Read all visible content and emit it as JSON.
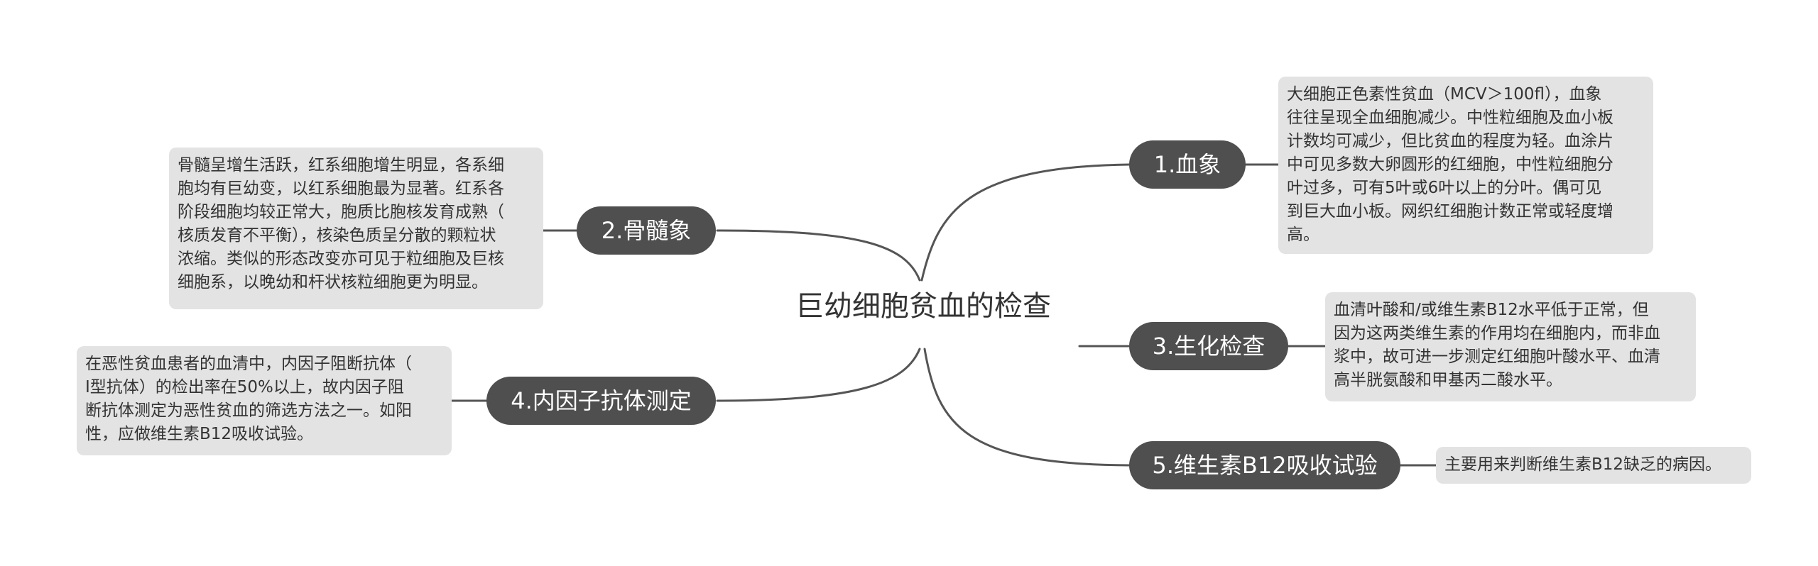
{
  "title": "巨幼细胞贫血的检查",
  "colors": {
    "topic_bg": "#4f4f4f",
    "note_bg": "#e3e3e3",
    "line": "#555555",
    "text": "#333333"
  },
  "branches": [
    {
      "label": "1.血象",
      "note": "大细胞正色素性贫血（MCV＞100fl），血象\n往往呈现全血细胞减少。中性粒细胞及血小板\n计数均可减少，但比贫血的程度为轻。血涂片\n中可见多数大卵圆形的红细胞，中性粒细胞分\n叶过多，可有5叶或6叶以上的分叶。偶可见\n到巨大血小板。网织红细胞计数正常或轻度增\n高。"
    },
    {
      "label": "2.骨髓象",
      "note": "骨髓呈增生活跃，红系细胞增生明显，各系细\n胞均有巨幼变，以红系细胞最为显著。红系各\n阶段细胞均较正常大，胞质比胞核发育成熟（\n核质发育不平衡），核染色质呈分散的颗粒状\n浓缩。类似的形态改变亦可见于粒细胞及巨核\n细胞系，以晚幼和杆状核粒细胞更为明显。"
    },
    {
      "label": "3.生化检查",
      "note": "血清叶酸和/或维生素B12水平低于正常，但\n因为这两类维生素的作用均在细胞内，而非血\n浆中，故可进一步测定红细胞叶酸水平、血清\n高半胱氨酸和甲基丙二酸水平。"
    },
    {
      "label": "4.内因子抗体测定",
      "note": "在恶性贫血患者的血清中，内因子阻断抗体（\nI型抗体）的检出率在50%以上，故内因子阻\n断抗体测定为恶性贫血的筛选方法之一。如阳\n性，应做维生素B12吸收试验。"
    },
    {
      "label": "5.维生素B12吸收试验",
      "note": "主要用来判断维生素B12缺乏的病因。"
    }
  ]
}
